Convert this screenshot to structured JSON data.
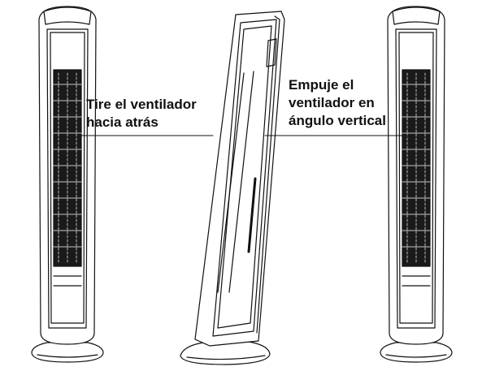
{
  "instructions": {
    "pull_back": [
      "Tire el ventilador",
      "hacia atrás"
    ],
    "push_angle": [
      "Empuje el",
      "ventilador en",
      "ángulo vertical"
    ]
  },
  "colors": {
    "line": "#111111",
    "background": "#ffffff",
    "grille": "#222222"
  }
}
